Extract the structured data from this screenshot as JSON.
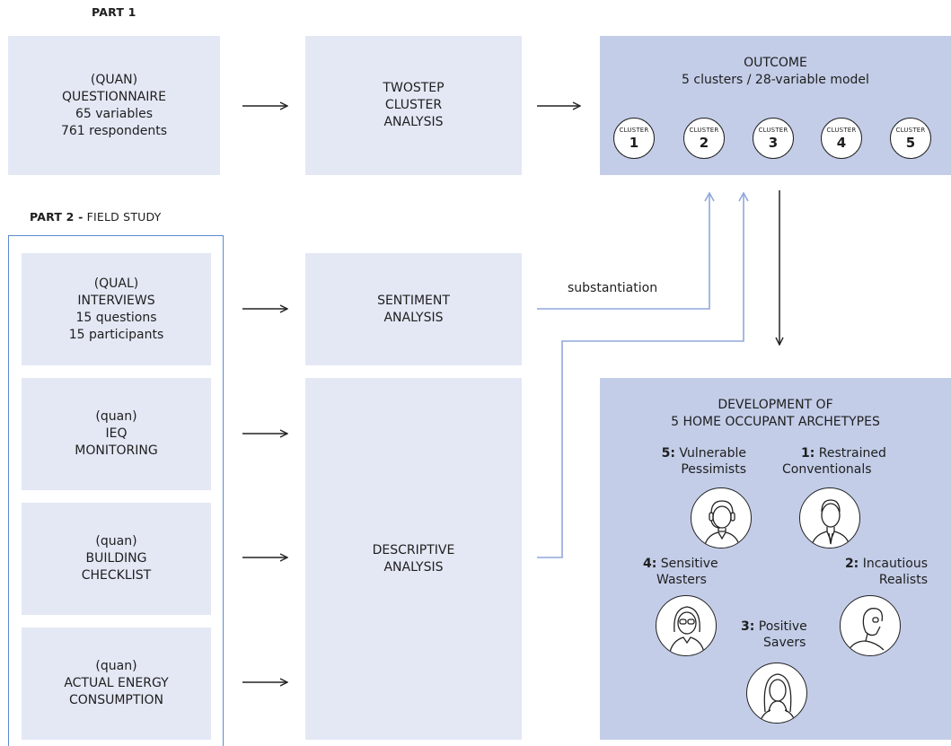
{
  "part1": {
    "label": "PART 1"
  },
  "part2": {
    "label_bold": "PART 2 -",
    "label_rest": " FIELD STUDY"
  },
  "boxes": {
    "questionnaire": [
      "(QUAN)",
      "QUESTIONNAIRE",
      "65 variables",
      "761 respondents"
    ],
    "twostep": [
      "TWOSTEP",
      "CLUSTER",
      "ANALYSIS"
    ],
    "interviews": [
      "(QUAL)",
      "INTERVIEWS",
      "15 questions",
      "15 participants"
    ],
    "sentiment": [
      "SENTIMENT",
      "ANALYSIS"
    ],
    "ieq": [
      "(quan)",
      "IEQ",
      "MONITORING"
    ],
    "building": [
      "(quan)",
      "BUILDING",
      "CHECKLIST"
    ],
    "energy": [
      "(quan)",
      "ACTUAL ENERGY",
      "CONSUMPTION"
    ],
    "descriptive": [
      "DESCRIPTIVE",
      "ANALYSIS"
    ]
  },
  "outcome": {
    "title": "OUTCOME",
    "subtitle": "5 clusters / 28-variable model",
    "cluster_label": "CLUSTER",
    "clusters": [
      "1",
      "2",
      "3",
      "4",
      "5"
    ]
  },
  "substantiation": "substantiation",
  "development": {
    "title_line1": "DEVELOPMENT OF",
    "title_line2": "5 HOME OCCUPANT ARCHETYPES",
    "archetypes": [
      {
        "num": "5:",
        "line1": " Vulnerable",
        "line2": "Pessimists"
      },
      {
        "num": "1:",
        "line1": " Restrained",
        "line2": "Conventionals"
      },
      {
        "num": "4:",
        "line1": " Sensitive",
        "line2": "Wasters"
      },
      {
        "num": "2:",
        "line1": " Incautious",
        "line2": "Realists"
      },
      {
        "num": "3:",
        "line1": " Positive",
        "line2": "Savers"
      }
    ]
  },
  "colors": {
    "box_light": "#e4e8f5",
    "box_dark": "#c3cde8",
    "connector_blue": "#8fa8dc",
    "border_blue": "#5b8ad0"
  }
}
